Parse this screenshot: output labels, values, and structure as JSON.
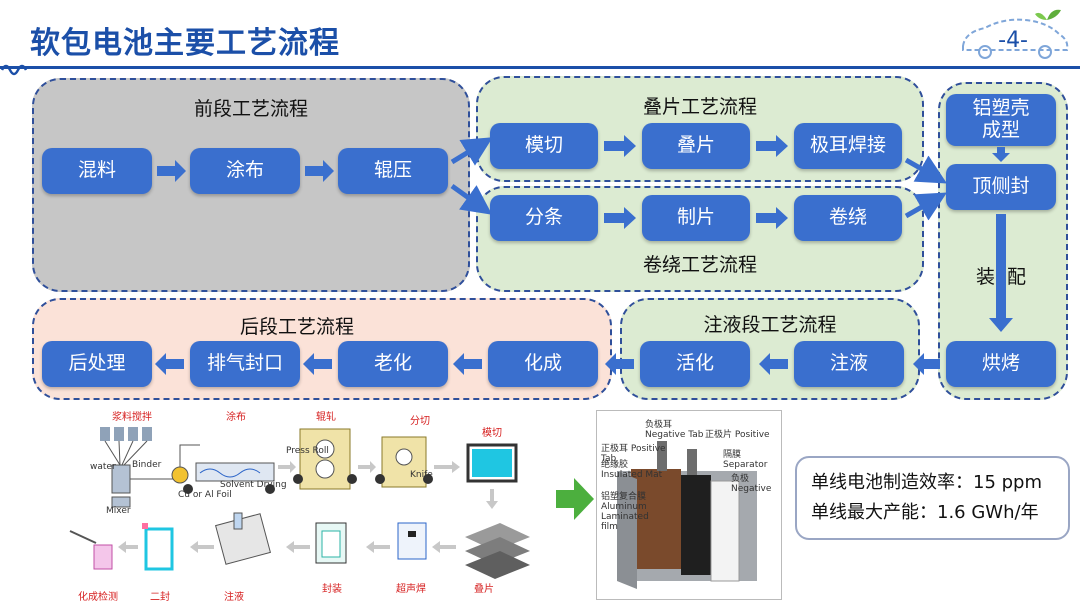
{
  "header": {
    "title": "软包电池主要工艺流程",
    "page_number": "-4-"
  },
  "groups": {
    "front": {
      "label": "前段工艺流程",
      "steps": [
        "混料",
        "涂布",
        "辊压"
      ]
    },
    "stacking": {
      "label": "叠片工艺流程",
      "steps": [
        "模切",
        "叠片",
        "极耳焊接"
      ]
    },
    "winding": {
      "label": "卷绕工艺流程",
      "steps": [
        "分条",
        "制片",
        "卷绕"
      ]
    },
    "assembly": {
      "label": "装  配",
      "steps": [
        "铝塑壳\n成型",
        "顶侧封",
        "烘烤"
      ]
    },
    "injection": {
      "label": "注液段工艺流程",
      "steps": [
        "活化",
        "注液"
      ]
    },
    "back": {
      "label": "后段工艺流程",
      "steps": [
        "后处理",
        "排气封口",
        "老化",
        "化成"
      ]
    }
  },
  "illustration": {
    "top_labels": [
      "浆料搅拌",
      "涂布",
      "辊轧",
      "分切",
      "模切"
    ],
    "bottom_labels": [
      "化成检测",
      "二封",
      "注液",
      "封装",
      "超声焊",
      "叠片"
    ],
    "mixer_sublabels": [
      "Binder",
      "water",
      "Mixer",
      "Cu or Al Foil",
      "Solvent Drying",
      "Press Roll",
      "Knife"
    ],
    "cell_labels": [
      "正极片 Positive",
      "负极耳 Negative Tab",
      "正极耳 Positive Tab",
      "隔膜 Separator",
      "负极 Negative",
      "绝缘胶 Insulated Mat",
      "铝塑复合膜 Aluminum Laminated film"
    ]
  },
  "stats": {
    "line1": "单线电池制造效率：15 ppm",
    "line2": "单线最大产能：1.6 GWh/年"
  },
  "colors": {
    "brand": "#1b4fa8",
    "step": "#3a6fce",
    "front_bg": "#c6c6c6",
    "green_bg": "#dcebd2",
    "back_bg": "#fbe2d8",
    "arrow_green": "#4caf3e"
  }
}
